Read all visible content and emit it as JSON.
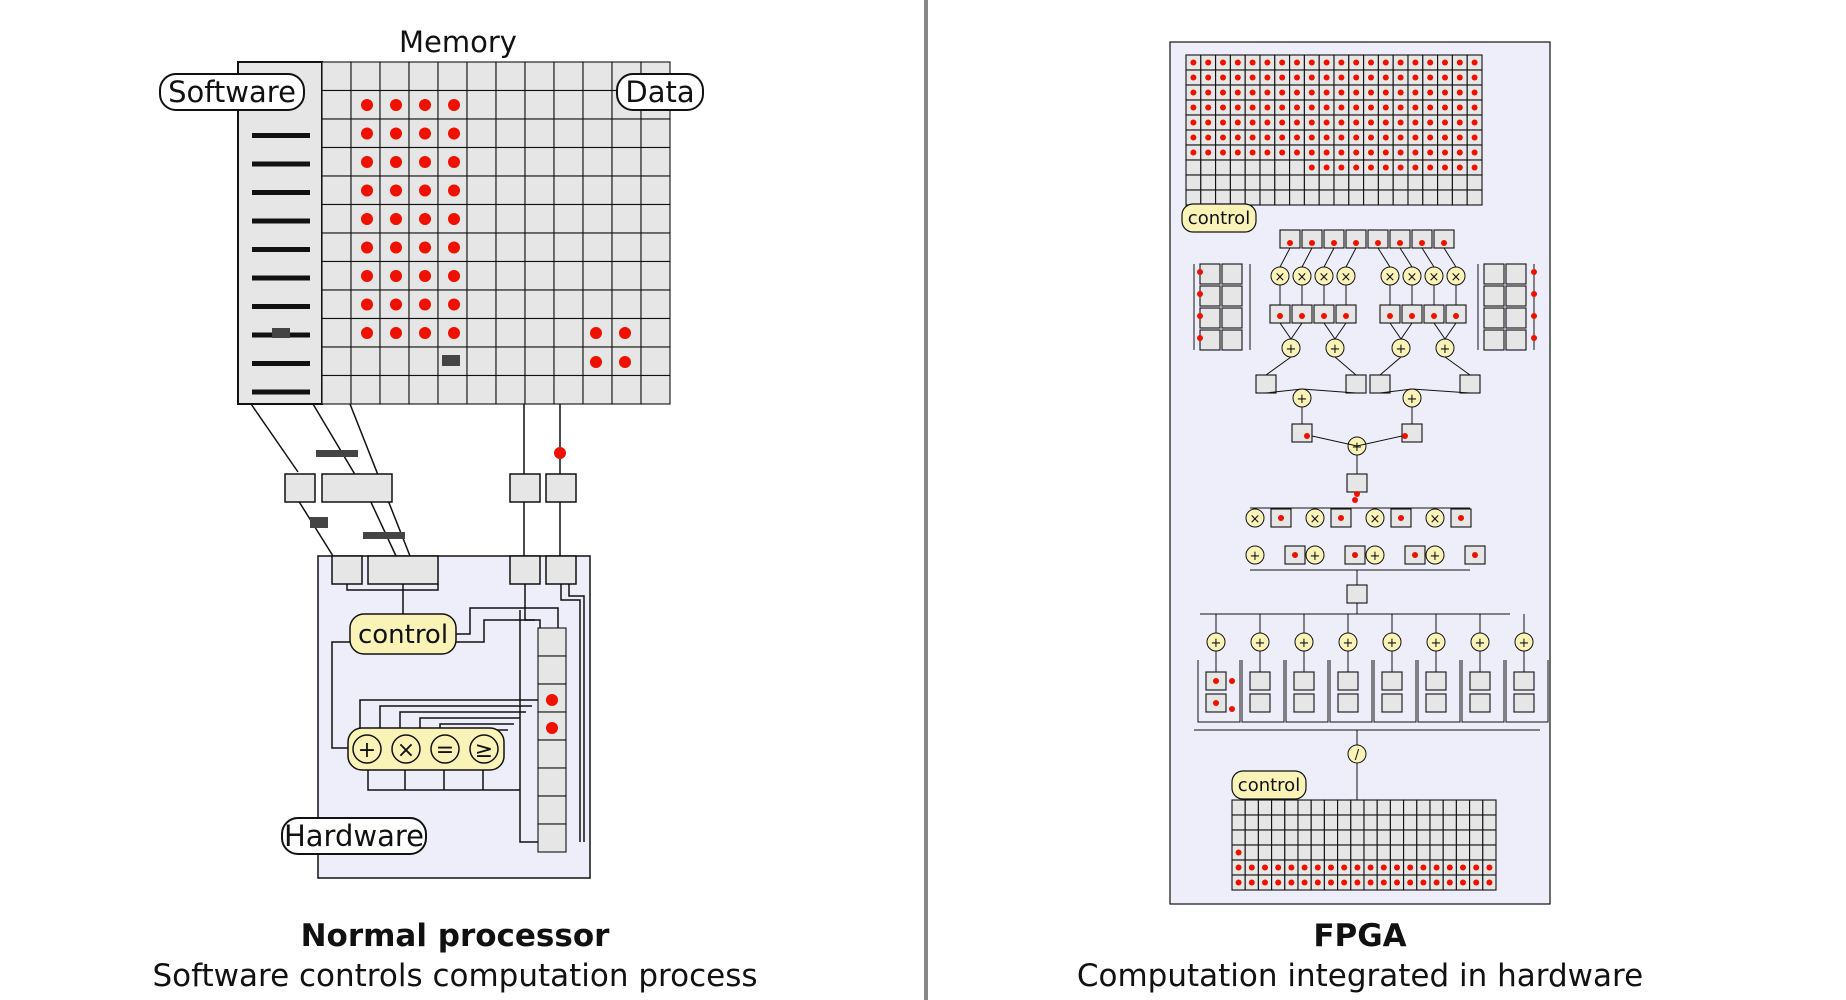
{
  "left": {
    "memory_label": "Memory",
    "software_label": "Software",
    "data_label": "Data",
    "control_label": "control",
    "hardware_label": "Hardware",
    "operators": [
      "+",
      "×",
      "=",
      "≥"
    ],
    "title": "Normal processor",
    "subtitle": "Software controls computation process"
  },
  "right": {
    "control_label_top": "control",
    "control_label_bottom": "control",
    "title": "FPGA",
    "subtitle": "Computation integrated in hardware"
  },
  "colors": {
    "cell_fill": "#e6e6e6",
    "hardware_bg": "#eeeefb",
    "operator_fill": "#faf3b8",
    "dot": "#ee1100",
    "token": "#444444",
    "divider": "#888888"
  }
}
